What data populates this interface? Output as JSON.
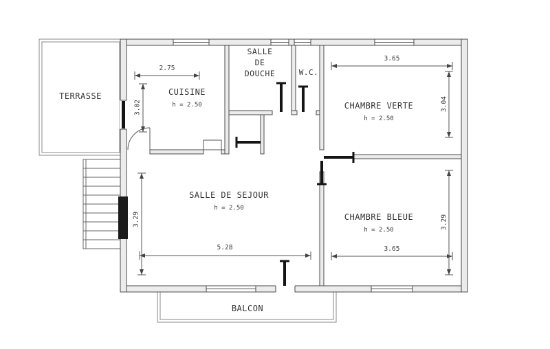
{
  "rooms": {
    "terrasse": {
      "name": "TERRASSE"
    },
    "cuisine": {
      "name": "CUISINE",
      "ceiling": "h = 2.50"
    },
    "douche": {
      "line1": "SALLE",
      "line2": "DE",
      "line3": "DOUCHE"
    },
    "wc": {
      "name": "W.C."
    },
    "chambre_verte": {
      "name": "CHAMBRE VERTE",
      "ceiling": "h = 2.50"
    },
    "sejour": {
      "name": "SALLE DE SEJOUR",
      "ceiling": "h = 2.50"
    },
    "chambre_bleue": {
      "name": "CHAMBRE BLEUE",
      "ceiling": "h = 2.50"
    },
    "balcon": {
      "name": "BALCON"
    }
  },
  "dimensions": {
    "cuisine_width": "2.75",
    "cuisine_depth": "3.02",
    "verte_width": "3.65",
    "verte_depth": "3.04",
    "sejour_width": "5.28",
    "sejour_depth": "3.29",
    "bleue_width": "3.65",
    "bleue_depth": "3.29"
  },
  "colors": {
    "wall_fill": "#ececec",
    "line": "#4a4a4a",
    "text": "#3a3a3a"
  }
}
